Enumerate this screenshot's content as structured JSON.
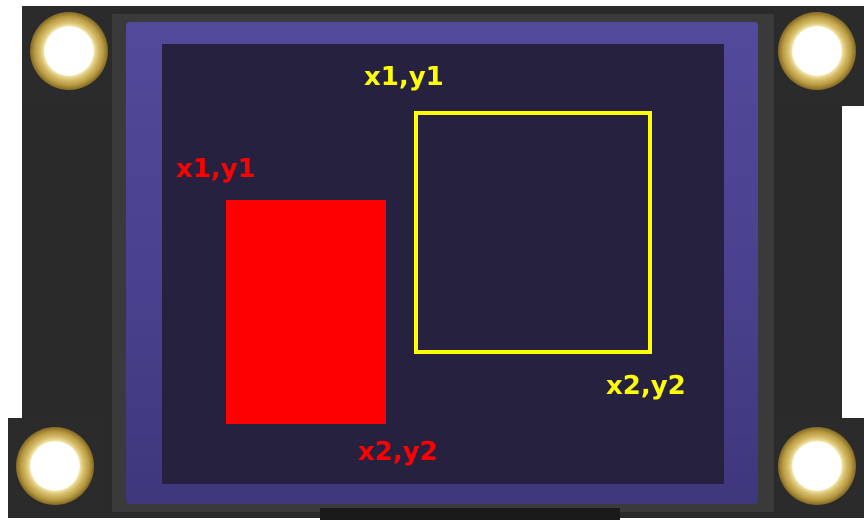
{
  "display": {
    "screen_color": "#26213f",
    "bezel_color": "#4a428f",
    "filled_rect": {
      "color": "#ff0000",
      "corner_start_label": "x1,y1",
      "corner_end_label": "x2,y2"
    },
    "outline_rect": {
      "color": "#ffff00",
      "corner_start_label": "x1,y1",
      "corner_end_label": "x2,y2"
    }
  }
}
